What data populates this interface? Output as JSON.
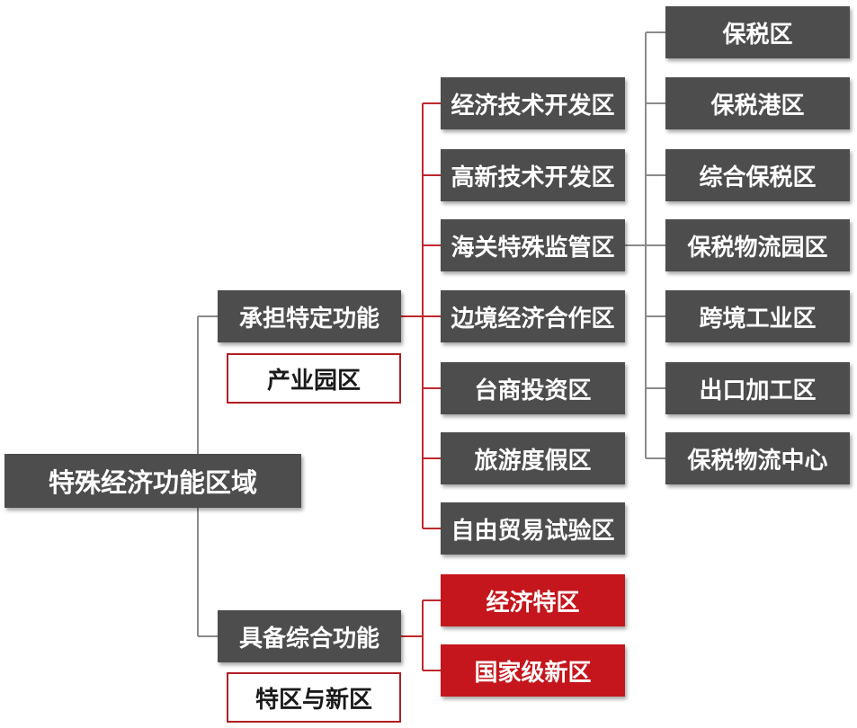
{
  "diagram": {
    "root": "特殊经济功能区域",
    "branches": [
      {
        "label": "承担特定功能",
        "category": "产业园区",
        "items": [
          {
            "label": "经济技术开发区"
          },
          {
            "label": "高新技术开发区"
          },
          {
            "label": "海关特殊监管区",
            "children": [
              "保税区",
              "保税港区",
              "综合保税区",
              "保税物流园区",
              "跨境工业区",
              "出口加工区",
              "保税物流中心"
            ]
          },
          {
            "label": "边境经济合作区"
          },
          {
            "label": "台商投资区"
          },
          {
            "label": "旅游度假区"
          },
          {
            "label": "自由贸易试验区"
          }
        ]
      },
      {
        "label": "具备综合功能",
        "category": "特区与新区",
        "items": [
          {
            "label": "经济特区"
          },
          {
            "label": "国家级新区"
          }
        ]
      }
    ]
  },
  "colors": {
    "box_dark": "#4d4d4d",
    "box_red": "#c4161c",
    "connector_red": "#c0272d",
    "connector_gray": "#8a8a8a",
    "category_border": "#b01e23",
    "text_light": "#ffffff",
    "text_dark": "#1a1a1a"
  }
}
